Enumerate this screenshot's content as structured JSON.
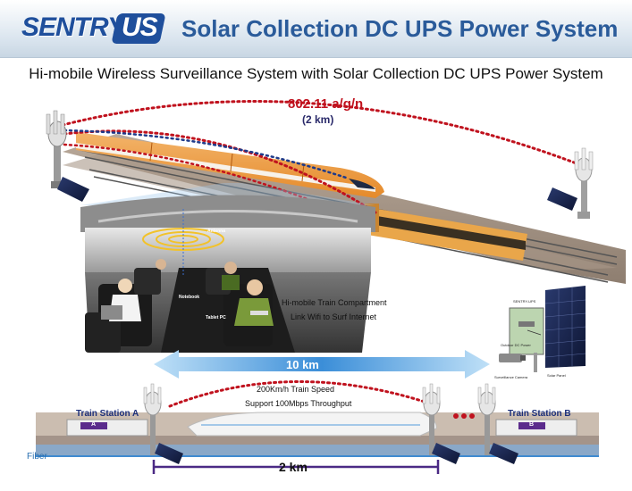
{
  "header": {
    "logo_left": "SENTRY",
    "logo_right": "US",
    "title": "Solar Collection DC UPS Power System"
  },
  "subtitle": "Hi-mobile Wireless Surveillance System with Solar Collection DC UPS Power System",
  "wireless": {
    "standard": "802.11 a/g/n",
    "range": "(2 km)"
  },
  "cabin": {
    "antenna": "Antenna",
    "notebook": "Notebook",
    "tablet": "Tablet PC",
    "caption_line1": "Hi-mobile Train Compartment",
    "caption_line2": "Link Wifi to Surf Internet"
  },
  "solar_labels": {
    "box_top": "SENTRY-UPS",
    "box_note": "Outdoor DC Power",
    "camera_note": "Surveillance Camera",
    "panel_note": "Solar Panel"
  },
  "distance_long": "10 km",
  "trackside": {
    "speed": "200Km/h Train Speed",
    "throughput": "Support 100Mbps Throughput",
    "station_a": "Train Station A",
    "station_a_sign": "A",
    "station_b": "Train Station B",
    "station_b_sign": "B",
    "fiber": "Fiber",
    "distance_short": "2 km"
  },
  "colors": {
    "wifi_arc": "#c0121e",
    "title_blue": "#2a5b9a",
    "arrow_blue": "#3b8ed8",
    "station_purple": "#5b2b8c"
  }
}
